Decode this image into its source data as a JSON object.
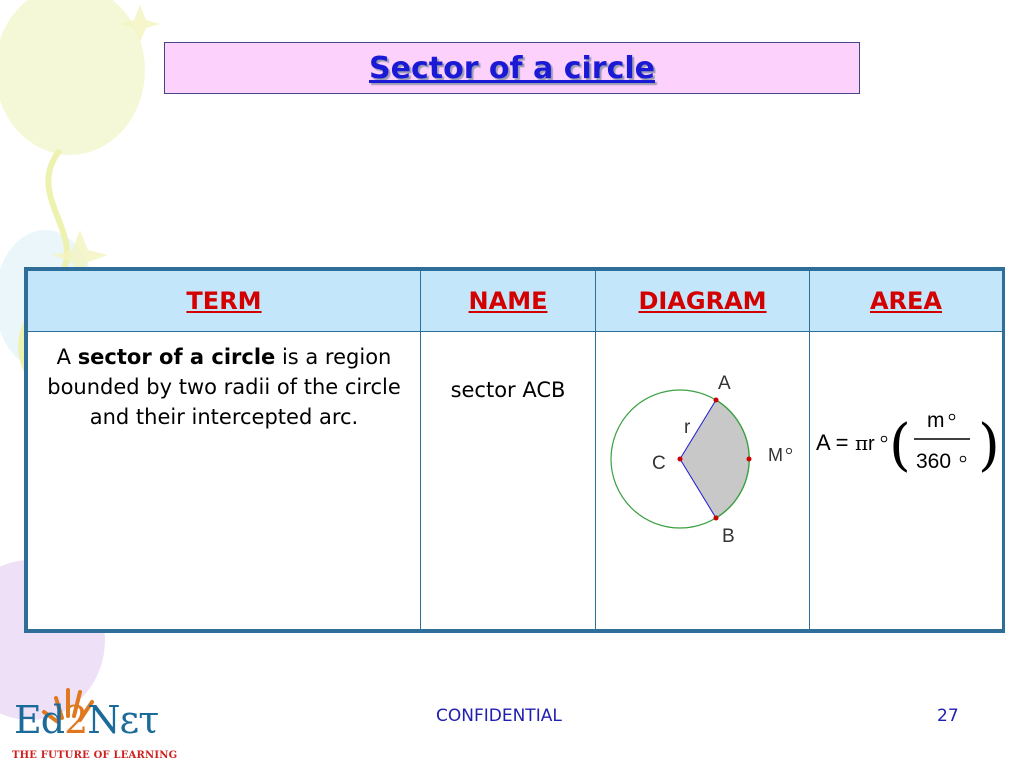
{
  "slide": {
    "title": "Sector of a circle",
    "footer_center": "CONFIDENTIAL",
    "page_number": "27"
  },
  "table": {
    "headers": [
      "TERM",
      "NAME",
      "DIAGRAM",
      "AREA"
    ],
    "term": {
      "prefix": "A ",
      "bold": "sector of a circle",
      "suffix": " is a region bounded by two radii of the circle and their intercepted arc."
    },
    "name": "sector ACB",
    "diagram_labels": {
      "a": "A",
      "b": "B",
      "c": "C",
      "r": "r",
      "m": "M"
    },
    "formula": {
      "lhs": "A =",
      "pi": "π",
      "r": "r",
      "numerator": "m",
      "denominator": "360"
    }
  },
  "logo": {
    "text_part1": "Ed",
    "text_two": "2",
    "text_part2": "Nετ",
    "tagline": "THE FUTURE OF LEARNING"
  },
  "colors": {
    "title_bg": "#fcd2fc",
    "title_text": "#1a1ad6",
    "header_bg": "#c3e6fb",
    "header_text": "#d40000",
    "border": "#2e6e98",
    "circle": "#3aa040",
    "sector_fill": "#c8c8c8",
    "radius_line": "#1a1ad6",
    "point": "#cc0000"
  }
}
